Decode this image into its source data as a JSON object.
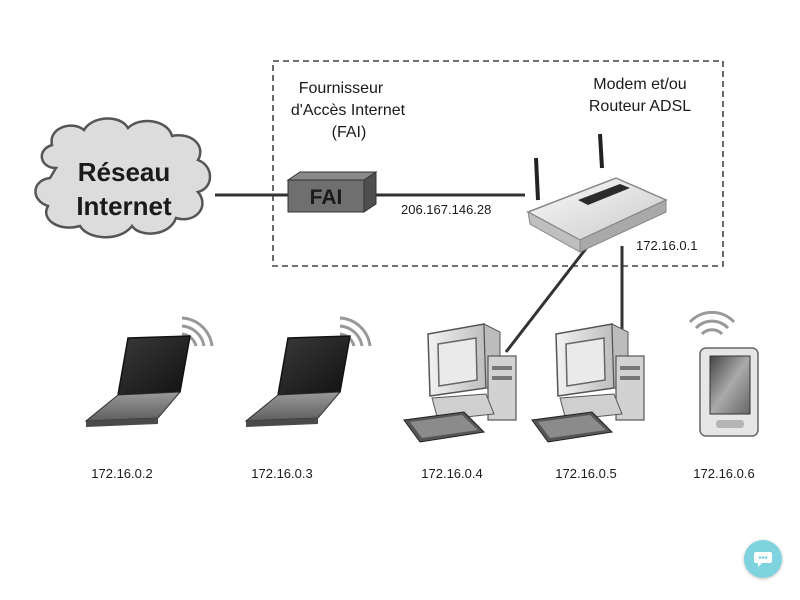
{
  "cloud": {
    "line1": "Réseau",
    "line2": "Internet"
  },
  "isp": {
    "label_line1": "Fournisseur",
    "label_line2": "d'Accès Internet",
    "label_line3": "(FAI)",
    "box_text": "FAI",
    "public_ip": "206.167.146.28"
  },
  "router": {
    "label_line1": "Modem et/ou",
    "label_line2": "Routeur ADSL",
    "ip": "172.16.0.1"
  },
  "devices": [
    {
      "type": "laptop",
      "ip": "172.16.0.2"
    },
    {
      "type": "laptop",
      "ip": "172.16.0.3"
    },
    {
      "type": "desktop",
      "ip": "172.16.0.4"
    },
    {
      "type": "desktop",
      "ip": "172.16.0.5"
    },
    {
      "type": "pda",
      "ip": "172.16.0.6"
    }
  ],
  "colors": {
    "line": "#333333",
    "isp_box": "#6f6f6f",
    "cloud": "#dcdcdc",
    "chat_button": "#7fd3df"
  },
  "chat_button": {
    "icon": "chat-bubble-icon"
  }
}
